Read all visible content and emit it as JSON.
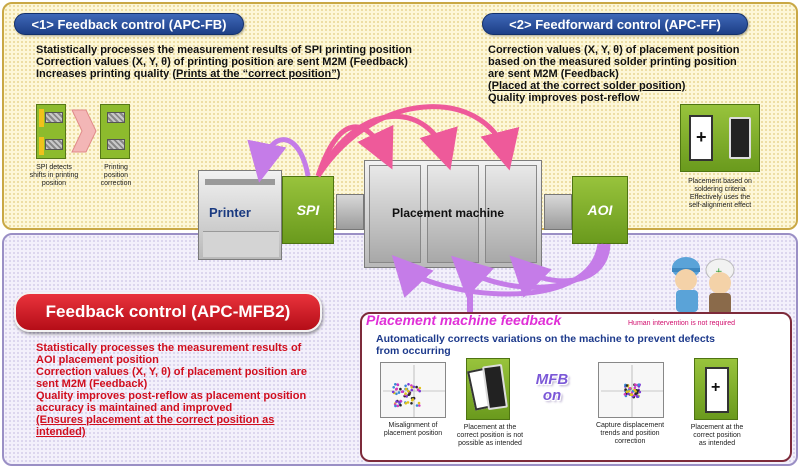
{
  "apc_fb": {
    "header": "<1> Feedback control (APC-FB)",
    "line1": "Statistically processes the measurement results of SPI printing position",
    "line2": "Correction values (X, Y, θ) of printing position are sent M2M (Feedback)",
    "line3_pre": "Increases printing quality (",
    "line3_u": "Prints at the “correct position”",
    "line3_post": ")",
    "spi_caption": [
      "SPI detects",
      "shifts in printing",
      "position"
    ],
    "printing_caption": [
      "Printing",
      "position",
      "correction"
    ]
  },
  "apc_ff": {
    "header": "<2> Feedforward control (APC-FF)",
    "line1": "Correction values (X, Y, θ) of placement position",
    "line2": "based on the measured solder printing position",
    "line3": "are sent M2M (Feedback)",
    "line4": "(Placed at the correct solder position)",
    "line5": "Quality improves post-reflow",
    "caption": [
      "Placement based on",
      "soldering criteria",
      "Effectively uses the",
      "self-alignment effect"
    ]
  },
  "line": {
    "printer": "Printer",
    "spi": "SPI",
    "placement": "Placement machine",
    "aoi": "AOI"
  },
  "mfb2": {
    "title": "Feedback control (APC-MFB2)",
    "line1": "Statistically processes the measurement results of",
    "line2": "AOI placement position",
    "line3": "Correction values (X, Y, θ) of placement position are",
    "line4": "sent M2M (Feedback)",
    "line5": "Quality improves post-reflow as placement position",
    "line6": "accuracy is maintained and improved",
    "line7": "(Ensures placement at the correct position as",
    "line8": "intended)"
  },
  "pmf": {
    "title": "Placement machine feedback",
    "note": "Human intervention is not required",
    "lead1": "Automatically corrects variations on the machine to prevent defects",
    "lead2": "from occurring",
    "mfb": [
      "MFB",
      "on"
    ],
    "captions": {
      "misalign": [
        "Misalignment of",
        "placement position"
      ],
      "not_intended": [
        "Placement at the",
        "correct position is not",
        "possible as intended"
      ],
      "capture": [
        "Capture displacement",
        "trends and position",
        "correction"
      ],
      "intended": [
        "Placement at the",
        "correct position",
        "as intended"
      ]
    }
  },
  "colors": {
    "header_blue": "#2a4f9e",
    "mfb2_red": "#c8111d",
    "pmf_magenta": "#e02fd7",
    "green": "#7aa827",
    "arrow_purple": "#b867e8",
    "arrow_pink": "#ee5a9a"
  }
}
